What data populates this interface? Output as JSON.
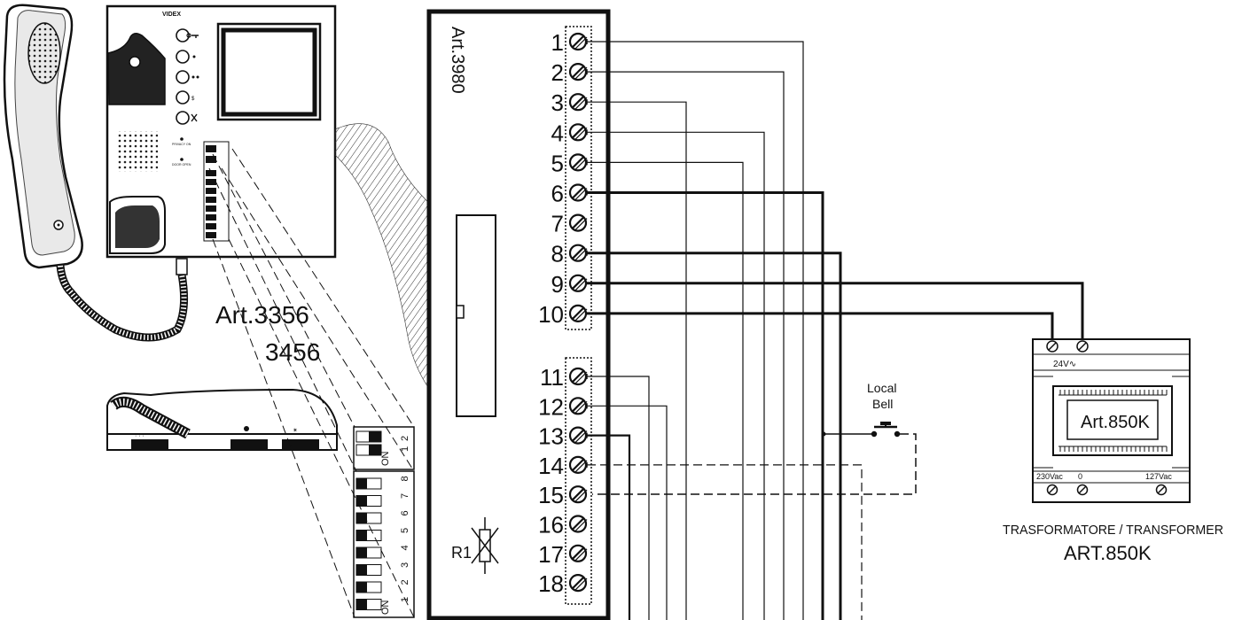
{
  "monitor": {
    "brand": "VIDEX",
    "button_labels": [
      "",
      "",
      "",
      "",
      ""
    ],
    "small_labels": [
      "PRIVACY ON",
      "DOOR OPEN"
    ],
    "model_line1": "Art.3356",
    "model_line2": "3456"
  },
  "module": {
    "title": "Art.3980",
    "resistor_label": "R1"
  },
  "terminals": [
    "1",
    "2",
    "3",
    "4",
    "5",
    "6",
    "7",
    "8",
    "9",
    "10",
    "11",
    "12",
    "13",
    "14",
    "15",
    "16",
    "17",
    "18"
  ],
  "local_bell": {
    "line1": "Local",
    "line2": "Bell"
  },
  "transformer": {
    "voltage_top": "24V∿",
    "model": "Art.850K",
    "input_230": "230Vac",
    "input_0": "0",
    "input_127": "127Vac",
    "caption": "TRASFORMATORE / TRANSFORMER",
    "caption_model": "ART.850K"
  },
  "dip_switch": {
    "small_block_numbers": [
      "1",
      "2"
    ],
    "large_block_numbers": [
      "1",
      "2",
      "3",
      "4",
      "5",
      "6",
      "7",
      "8"
    ],
    "on_label": "ON"
  }
}
